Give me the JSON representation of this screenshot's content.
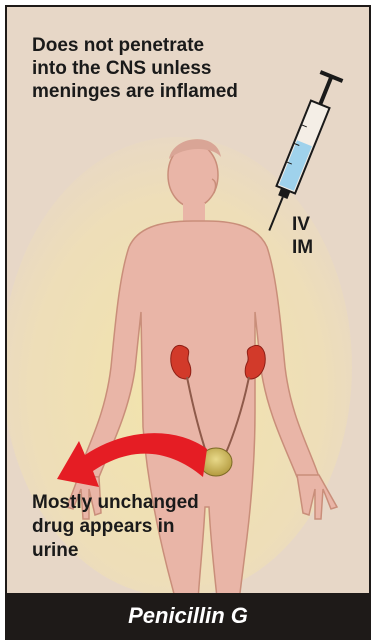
{
  "diagram": {
    "top_note_lines": [
      "Does not penetrate",
      "into the CNS unless",
      "meninges are inflamed"
    ],
    "route_lines": [
      "IV",
      "IM"
    ],
    "bottom_note_lines": [
      "Mostly unchanged",
      "drug appears in",
      "urine"
    ],
    "title": "Penicillin G",
    "colors": {
      "background": "#e7d7c7",
      "body_fill": "#e9b5a7",
      "body_outline": "#c98e7a",
      "kidney": "#d23a2a",
      "bladder": "#c9b25a",
      "arrow": "#e51d24",
      "syringe_fluid": "#9fd2ec",
      "title_bar": "#1e1a18"
    },
    "icons": [
      "human-body-icon",
      "syringe-icon",
      "kidney-icon",
      "bladder-icon",
      "excretion-arrow-icon"
    ]
  }
}
